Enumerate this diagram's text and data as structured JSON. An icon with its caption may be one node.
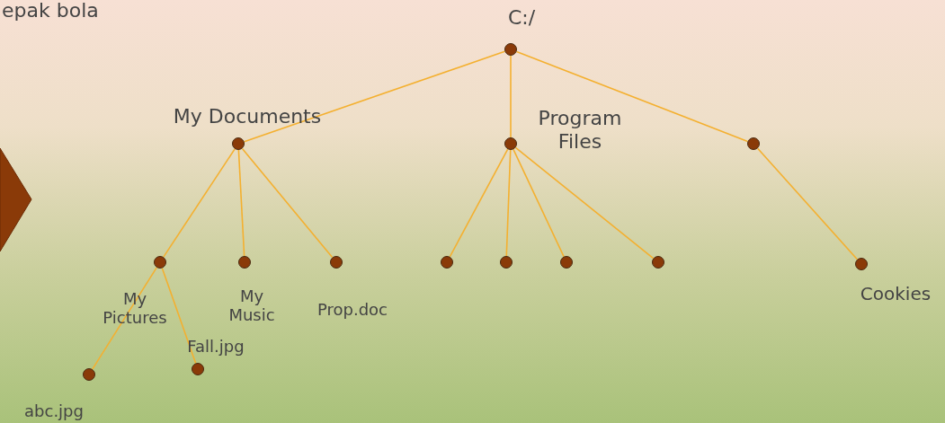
{
  "diagram": {
    "nodes": [
      {
        "text": [
          "C:/"
        ]
      },
      {
        "text": [
          "My Documents"
        ]
      },
      {
        "text": [
          "Program Files"
        ]
      },
      {
        "text": [],
        "shape": "circle"
      },
      {
        "text": [
          "My Pictures"
        ]
      },
      {
        "text": [
          "My Music"
        ]
      },
      {
        "text": [
          "Prop.doc"
        ]
      },
      {
        "text": [],
        "shape": "circle"
      },
      {
        "text": [],
        "shape": "circle"
      },
      {
        "text": [],
        "shape": "circle"
      },
      {
        "text": [],
        "shape": "circle"
      },
      {
        "text": [
          "Cookies"
        ]
      },
      {
        "text": [
          "abc.jpg"
        ]
      },
      {
        "text": [
          "Fall.jpg"
        ]
      }
    ],
    "edges": [
      {
        "from": 0,
        "to": 1,
        "arrow": "none"
      },
      {
        "from": 0,
        "to": 2,
        "arrow": "none"
      },
      {
        "from": 0,
        "to": 3,
        "arrow": "none"
      },
      {
        "from": 1,
        "to": 4,
        "arrow": "none"
      },
      {
        "from": 1,
        "to": 5,
        "arrow": "none"
      },
      {
        "from": 1,
        "to": 6,
        "arrow": "none"
      },
      {
        "from": 2,
        "to": 7,
        "arrow": "none"
      },
      {
        "from": 2,
        "to": 8,
        "arrow": "none"
      },
      {
        "from": 2,
        "to": 9,
        "arrow": "none"
      },
      {
        "from": 2,
        "to": 10,
        "arrow": "none"
      },
      {
        "from": 3,
        "to": 11,
        "arrow": "none"
      },
      {
        "from": 4,
        "to": 12,
        "arrow": "none"
      },
      {
        "from": 4,
        "to": 13,
        "arrow": "none"
      }
    ],
    "labels": [
      "epak bola"
    ]
  }
}
